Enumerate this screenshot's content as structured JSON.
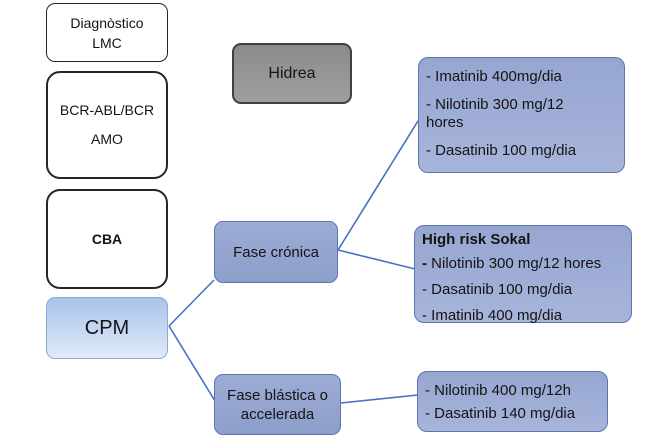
{
  "colors": {
    "connector": "#4472C4",
    "white_border": "#262626",
    "blue_fill_top": "#9dacd5",
    "blue_fill_bottom": "#8d9eca",
    "blue_border": "#5b74b2",
    "right_fill_top": "#97a6d1",
    "right_fill_bottom": "#a7b5db",
    "cpm_fill_top": "#a9c3e9",
    "cpm_fill_bottom": "#e0eafa",
    "cpm_border": "#8fa9d4",
    "gray_fill_top": "#8b8b8b",
    "gray_fill_bottom": "#9f9f9f",
    "gray_border": "#404040"
  },
  "nodes": {
    "diagnostico": {
      "line1": "Diagnòstico",
      "line2": "LMC"
    },
    "bcr_amo": {
      "line1": "BCR-ABL/BCR",
      "line2": "AMO"
    },
    "cba": {
      "label": "CBA"
    },
    "cpm": {
      "label": "CPM"
    },
    "hidrea": {
      "label": "Hidrea"
    },
    "fase_cronica": {
      "label": "Fase crónica"
    },
    "fase_blastica": {
      "line1": "Fase blástica o",
      "line2": "accelerada"
    }
  },
  "treatments": {
    "first_line": {
      "item1": "- Imatinib 400mg/dia",
      "item2": "- Nilotinib 300 mg/12 hores",
      "item3": "- Dasatinib 100 mg/dia"
    },
    "high_risk": {
      "title": "High risk Sokal",
      "item1_dash": "-",
      "item1_text": " Nilotinib 300 mg/12 hores",
      "item2": "- Dasatinib 100 mg/dia",
      "item3": "- Imatinib 400 mg/dia"
    },
    "blastic": {
      "item1": "- Nilotinib 400 mg/12h",
      "item2": "- Dasatinib 140 mg/dia"
    }
  }
}
